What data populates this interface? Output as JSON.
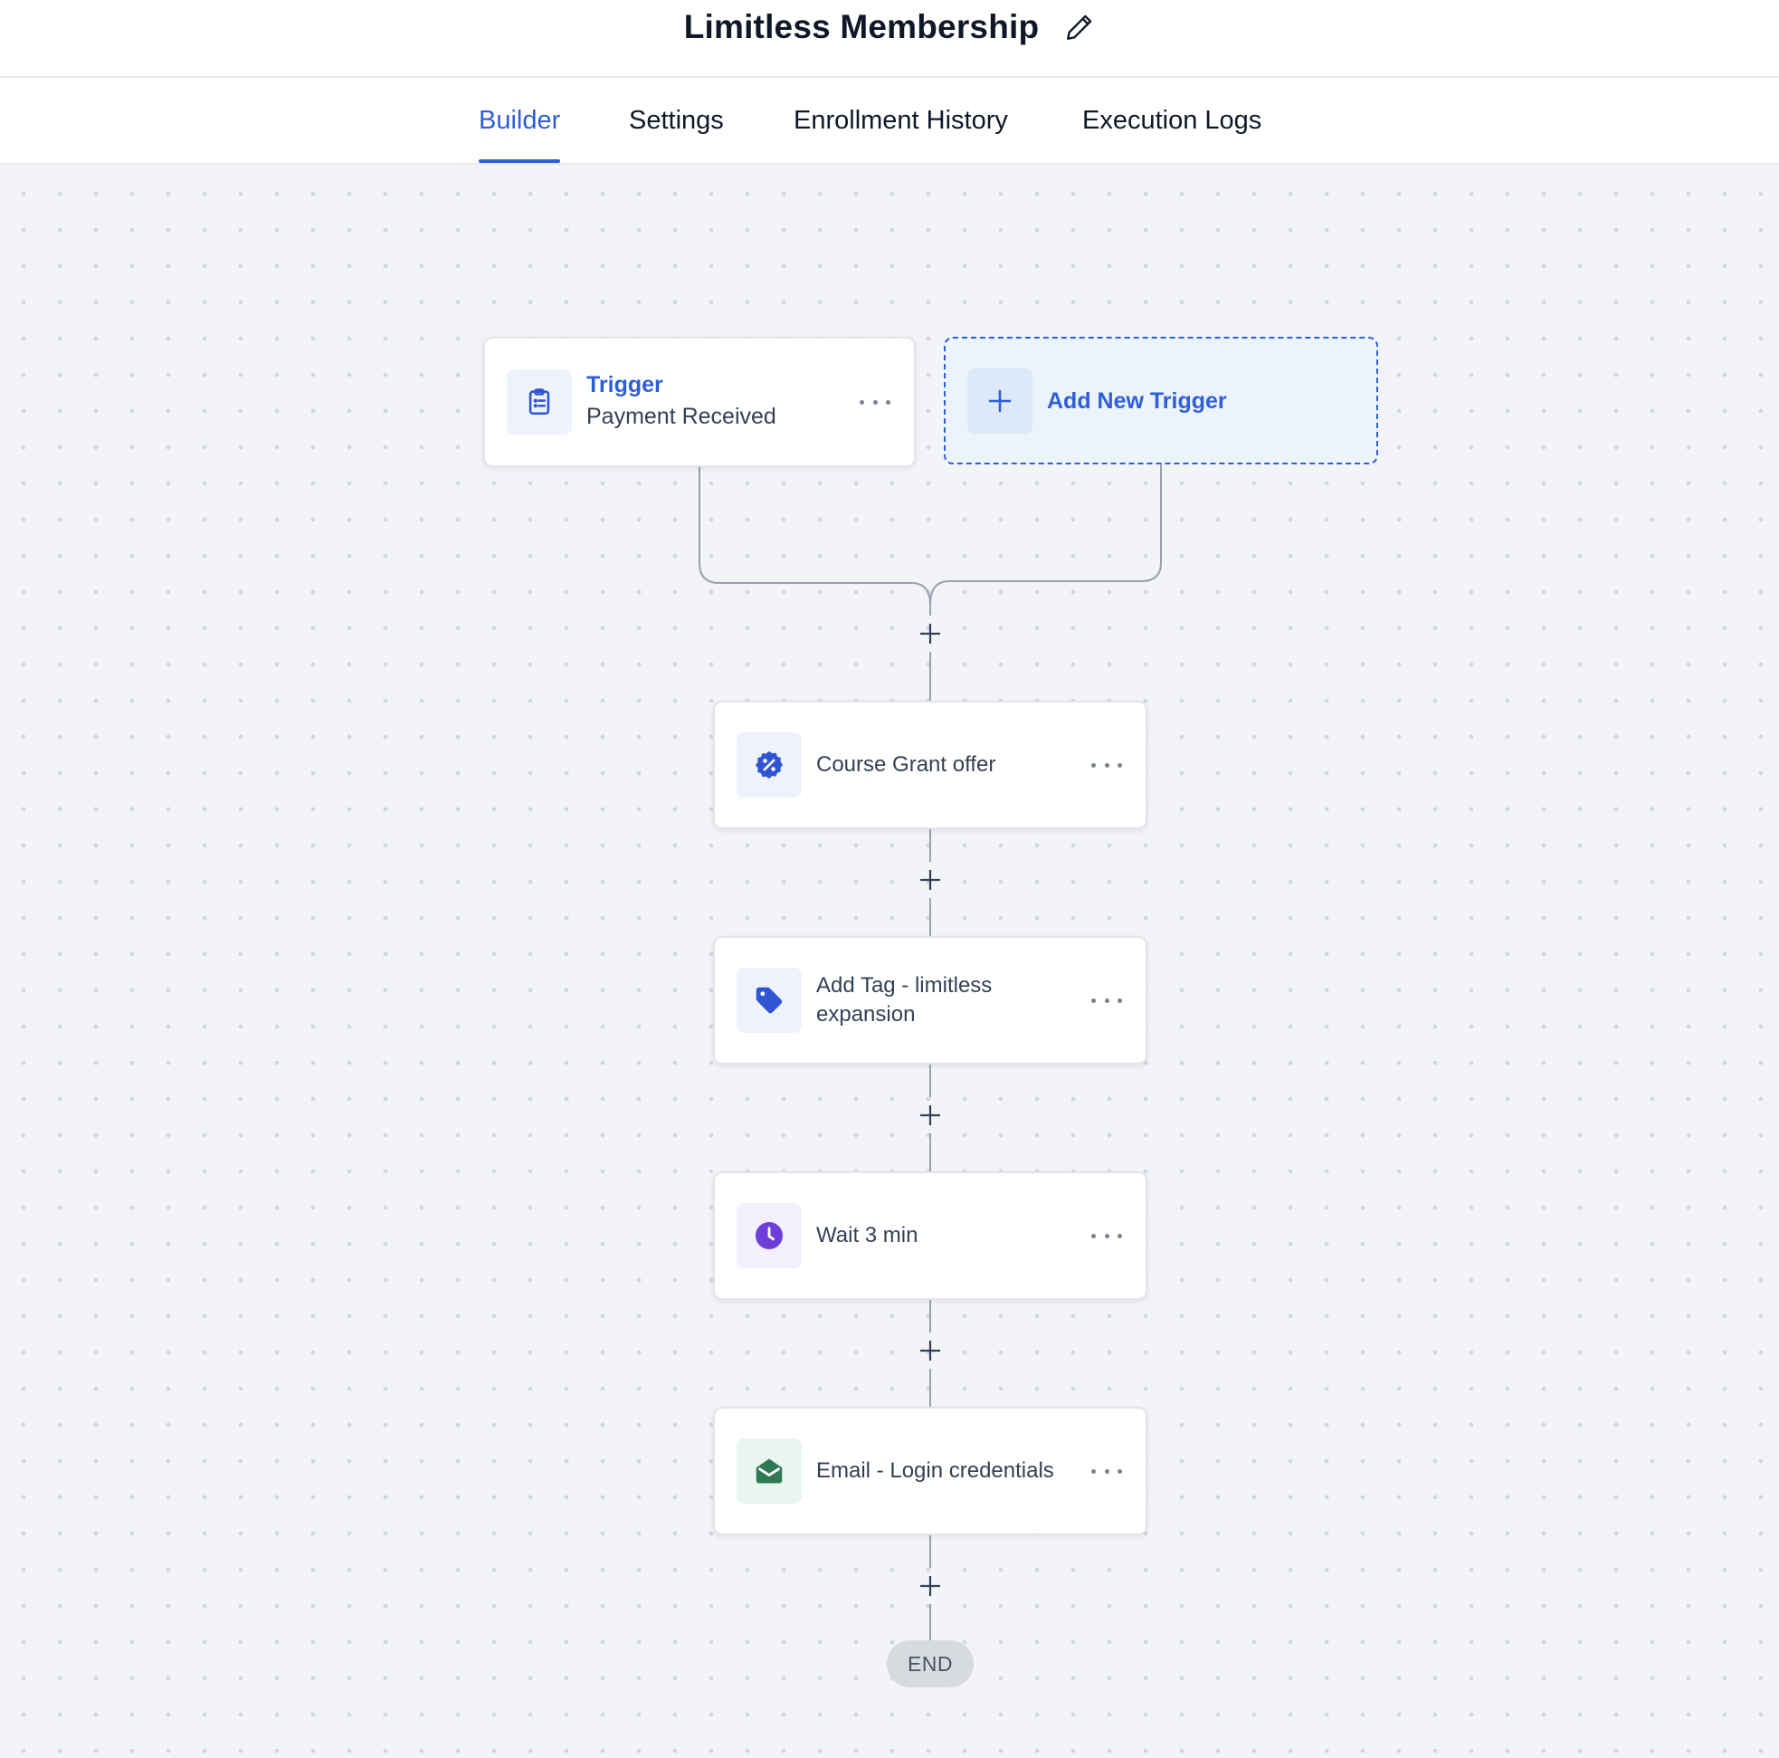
{
  "header": {
    "title": "Limitless Membership",
    "edit_icon": "pencil-icon"
  },
  "tabs": [
    {
      "label": "Builder",
      "active": true
    },
    {
      "label": "Settings",
      "active": false
    },
    {
      "label": "Enrollment History",
      "active": false
    },
    {
      "label": "Execution Logs",
      "active": false
    }
  ],
  "trigger": {
    "label": "Trigger",
    "value": "Payment Received",
    "icon": "clipboard-list-icon"
  },
  "add_trigger": {
    "label": "Add New Trigger",
    "icon": "plus-icon"
  },
  "steps": [
    {
      "label": "Course Grant offer",
      "icon": "percent-badge-icon",
      "icon_color": "#2f55d4",
      "icon_bg": "#eef2fb"
    },
    {
      "label": "Add Tag - limitless expansion",
      "icon": "tag-icon",
      "icon_color": "#2f55d4",
      "icon_bg": "#eef2fb"
    },
    {
      "label": "Wait 3 min",
      "icon": "clock-icon",
      "icon_color": "#6d3fd8",
      "icon_bg": "#f3effc"
    },
    {
      "label": "Email - Login credentials",
      "icon": "mail-open-icon",
      "icon_color": "#2f7a53",
      "icon_bg": "#e9f6ef"
    }
  ],
  "end": {
    "label": "END"
  },
  "colors": {
    "accent": "#2f5fd6",
    "canvas_bg": "#f3f4f7",
    "connector": "#9aa1ad"
  }
}
